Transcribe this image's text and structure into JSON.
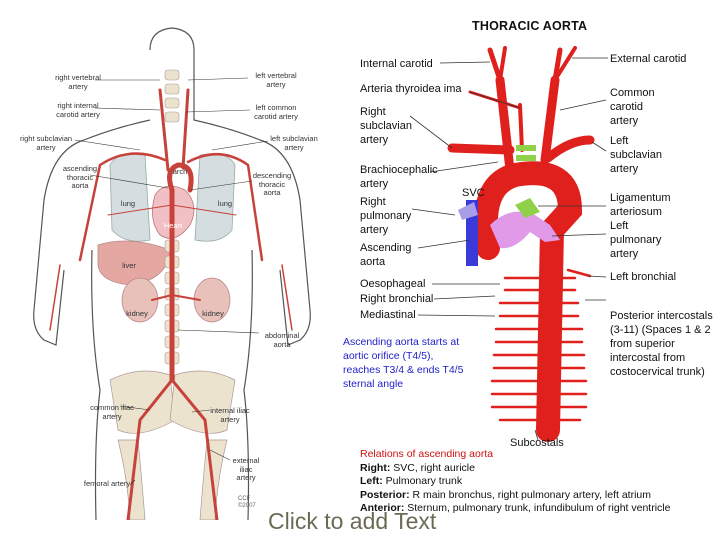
{
  "left_diagram": {
    "labels": {
      "right_vertebral": "right vertebral\nartery",
      "left_vertebral": "left vertebral\nartery",
      "right_internal_carotid": "right internal\ncarotid artery",
      "left_common_carotid": "left common\ncarotid artery",
      "right_subclavian": "right subclavian\nartery",
      "left_subclavian": "left subclavian\nartery",
      "ascending_thoracic": "ascending\nthoracic\naorta",
      "descending_thoracic": "descending\nthoracic\naorta",
      "arch": "arch",
      "lung_left": "lung",
      "lung_right": "lung",
      "heart": "Heart",
      "liver": "liver",
      "kidney_left": "kidney",
      "kidney_right": "kidney",
      "abdominal": "abdominal\naorta",
      "common_iliac": "common iliac\nartery",
      "internal_iliac": "internal iliac\nartery",
      "external_iliac": "external\niliac\nartery",
      "femoral": "femoral artery",
      "credit": "CCF\n©2007"
    }
  },
  "right_diagram": {
    "title": "THORACIC AORTA",
    "labels": {
      "internal_carotid": "Internal carotid",
      "external_carotid": "External carotid",
      "thyroidea_ima": "Arteria thyroidea ima",
      "common_carotid": "Common\ncarotid\nartery",
      "right_subclavian": "Right\nsubclavian\nartery",
      "left_subclavian": "Left\nsubclavian\nartery",
      "brachiocephalic": "Brachiocephalic\nartery",
      "svc": "SVC",
      "ligamentum": "Ligamentum\narteriosum",
      "right_pulmonary": "Right\npulmonary\nartery",
      "left_pulmonary": "Left\npulmonary\nartery",
      "ascending_aorta": "Ascending\naorta",
      "oesophageal": "Oesophageal",
      "left_bronchial": "Left bronchial",
      "right_bronchial": "Right bronchial",
      "mediastinal": "Mediastinal",
      "posterior_intercostals": "Posterior intercostals\n(3-11) (Spaces 1 & 2\nfrom superior\nintercostal from\ncostocervical trunk)",
      "subcostals": "Subcostals"
    },
    "note": "Ascending aorta starts at aortic orifice (T4/5), reaches T3/4 & ends T4/5 sternal angle"
  },
  "relations": {
    "heading": "Relations of ascending aorta",
    "items": [
      {
        "key": "Right:",
        "value": " SVC, right auricle"
      },
      {
        "key": "Left:",
        "value": " Pulmonary trunk"
      },
      {
        "key": "Posterior:",
        "value": " R main bronchus, right pulmonary artery, left atrium"
      },
      {
        "key": "Anterior:",
        "value": " Sternum, pulmonary trunk, infundibulum of right ventricle"
      }
    ]
  },
  "placeholder": "Click to add Text",
  "colors": {
    "artery": "#e0201c",
    "svc": "#3a3ad8",
    "pulmonary": "#e09ae8",
    "ligamentum": "#8fd24a",
    "note_text": "#2222cc",
    "relations_head": "#cc1111",
    "body_outline": "#555555",
    "lung_fill": "#d4dde0",
    "heart_fill": "#f0c0c4",
    "liver_fill": "#e5a7a2"
  }
}
